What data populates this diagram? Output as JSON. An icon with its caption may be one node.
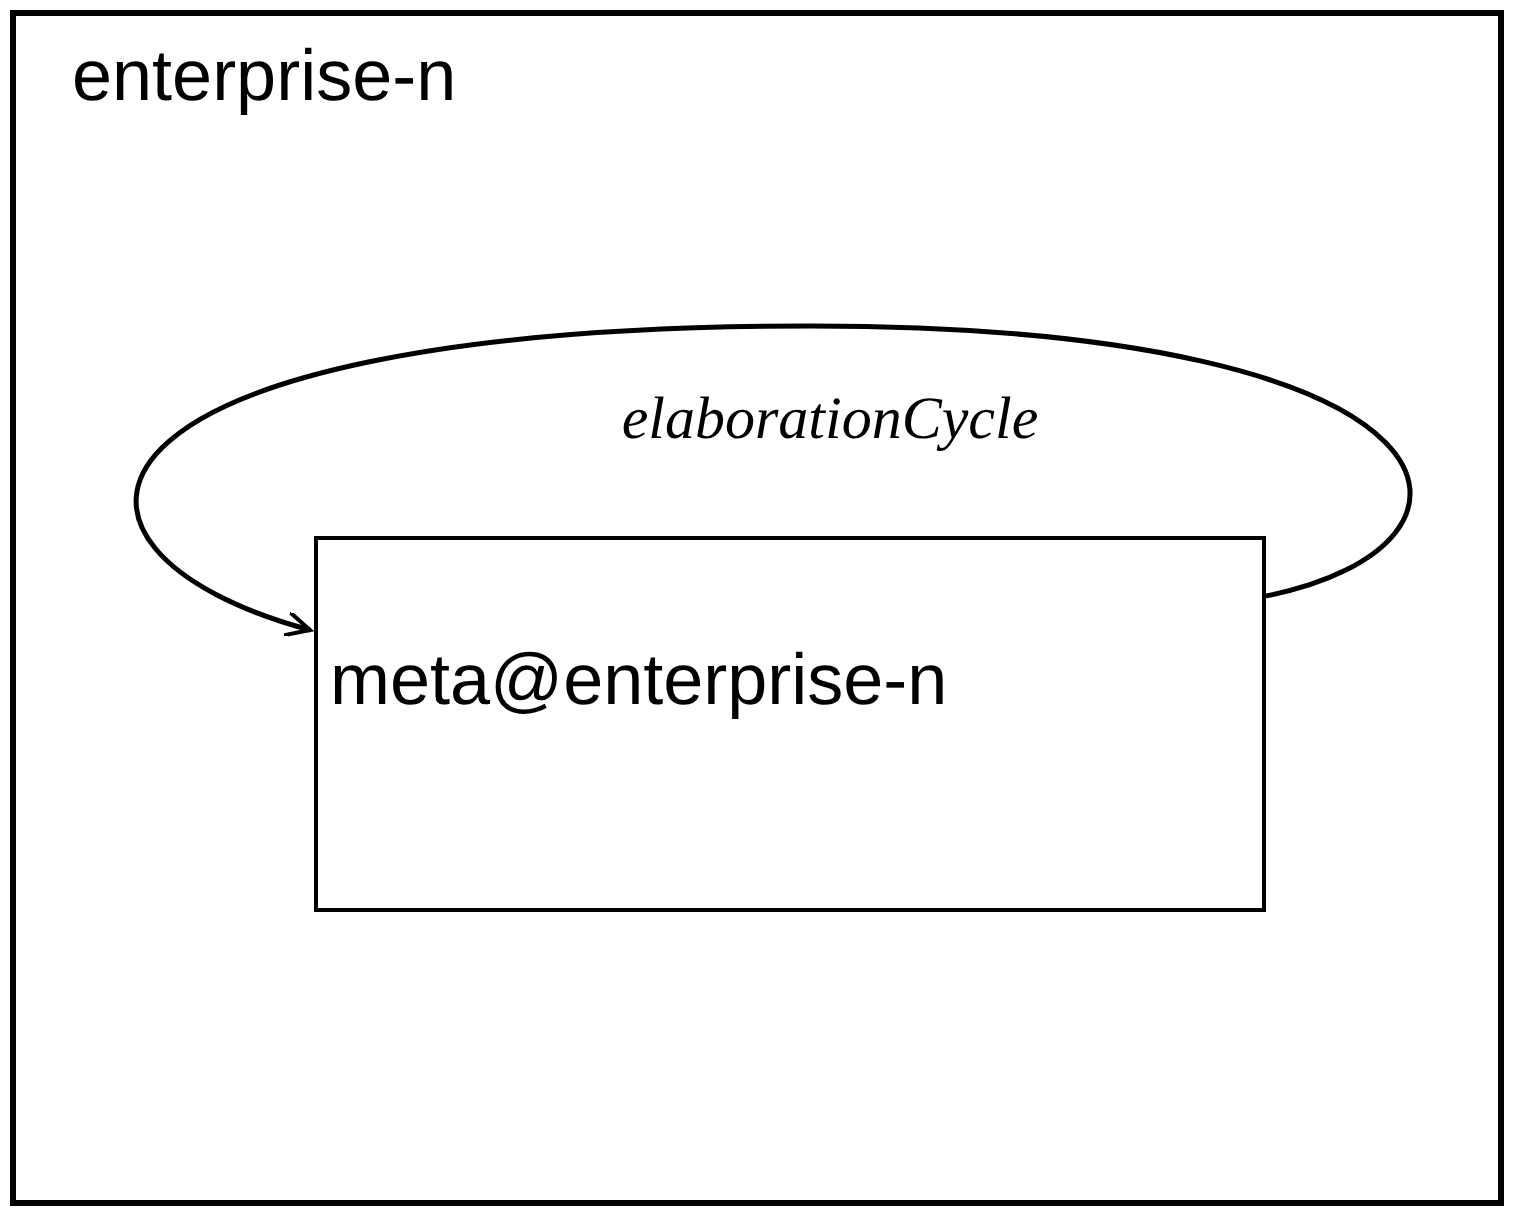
{
  "diagram": {
    "nodes": [
      {
        "text": [
          "enterprise-n"
        ]
      },
      {
        "text": [
          "meta@enterprise-n"
        ],
        "in": 0
      }
    ],
    "edges": [
      {
        "from": 1,
        "to": 1,
        "arrow": "to",
        "label": "elaborationCycle"
      }
    ]
  }
}
